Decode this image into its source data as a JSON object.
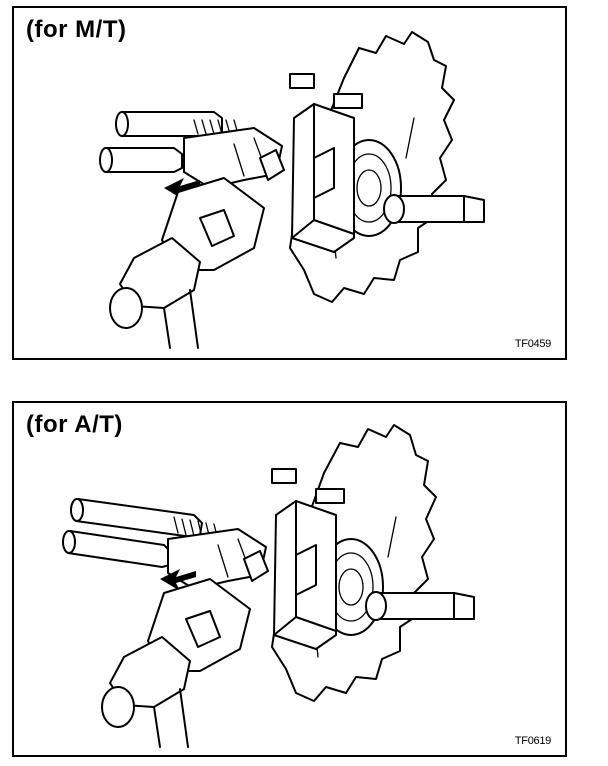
{
  "panels": [
    {
      "title": "(for M/T)",
      "code": "TF0459"
    },
    {
      "title": "(for A/T)",
      "code": "TF0619"
    }
  ]
}
